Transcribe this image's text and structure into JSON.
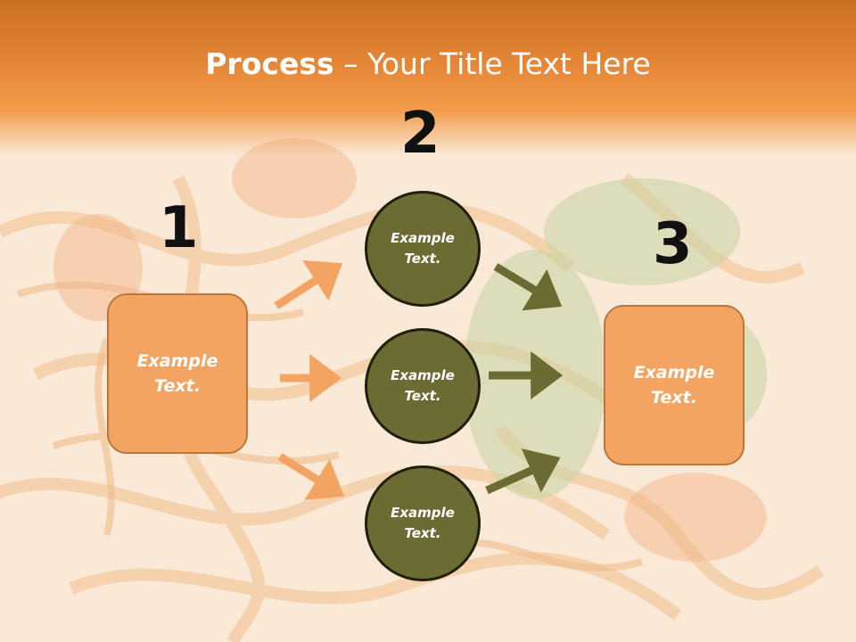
{
  "title": {
    "bold": "Process",
    "rest": " – Your Title Text Here"
  },
  "step_numbers": [
    "1",
    "2",
    "3"
  ],
  "left_box": {
    "line1": "Example",
    "line2": "Text."
  },
  "right_box": {
    "line1": "Example",
    "line2": "Text."
  },
  "circles": [
    {
      "line1": "Example",
      "line2": "Text."
    },
    {
      "line1": "Example",
      "line2": "Text."
    },
    {
      "line1": "Example",
      "line2": "Text."
    }
  ],
  "colors": {
    "header": "#e8893a",
    "box_fill": "#f4a462",
    "circle_fill": "#6b6b33",
    "orange_arrow": "#f4a462",
    "olive_arrow": "#6b6b33"
  }
}
